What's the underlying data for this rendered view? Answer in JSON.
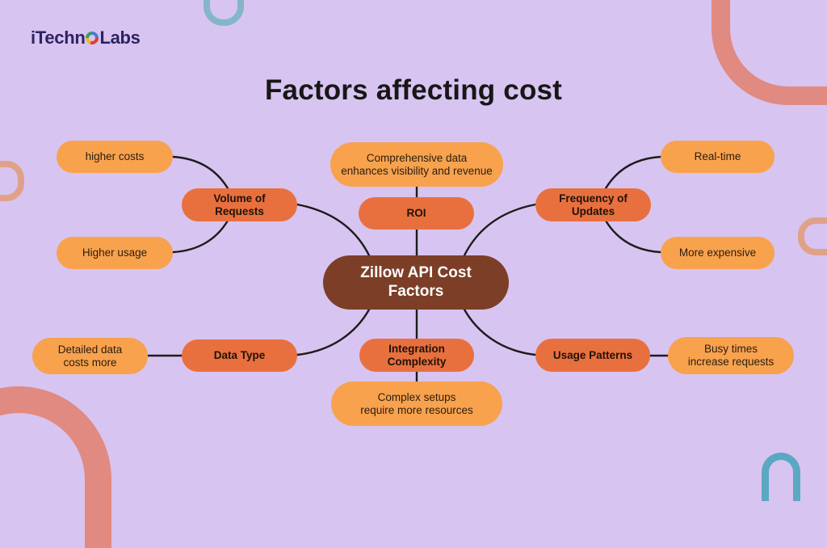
{
  "logo": {
    "part1": "iTechn",
    "part2": "Labs"
  },
  "title": "Factors affecting cost",
  "colors": {
    "background": "#d8c4f0",
    "child_pill": "#f8a24e",
    "branch_pill": "#e8703f",
    "center_pill": "#7c3e26",
    "connector": "#1c1c1c",
    "decor_salmon": "#e18a81",
    "decor_salmon_light": "#dfa289",
    "decor_teal": "#83b7c7",
    "logo_text": "#2e2263"
  },
  "mindmap": {
    "center": "Zillow API Cost\nFactors",
    "branches": [
      {
        "label": "Volume of\nRequests",
        "children": [
          "higher costs",
          "Higher usage"
        ]
      },
      {
        "label": "ROI",
        "children": [
          "Comprehensive data\nenhances visibility and revenue"
        ]
      },
      {
        "label": "Frequency of\nUpdates",
        "children": [
          "Real-time",
          "More expensive"
        ]
      },
      {
        "label": "Data Type",
        "children": [
          "Detailed data\ncosts more"
        ]
      },
      {
        "label": "Integration\nComplexity",
        "children": [
          "Complex setups\nrequire more resources"
        ]
      },
      {
        "label": "Usage Patterns",
        "children": [
          "Busy times\nincrease requests"
        ]
      }
    ]
  }
}
